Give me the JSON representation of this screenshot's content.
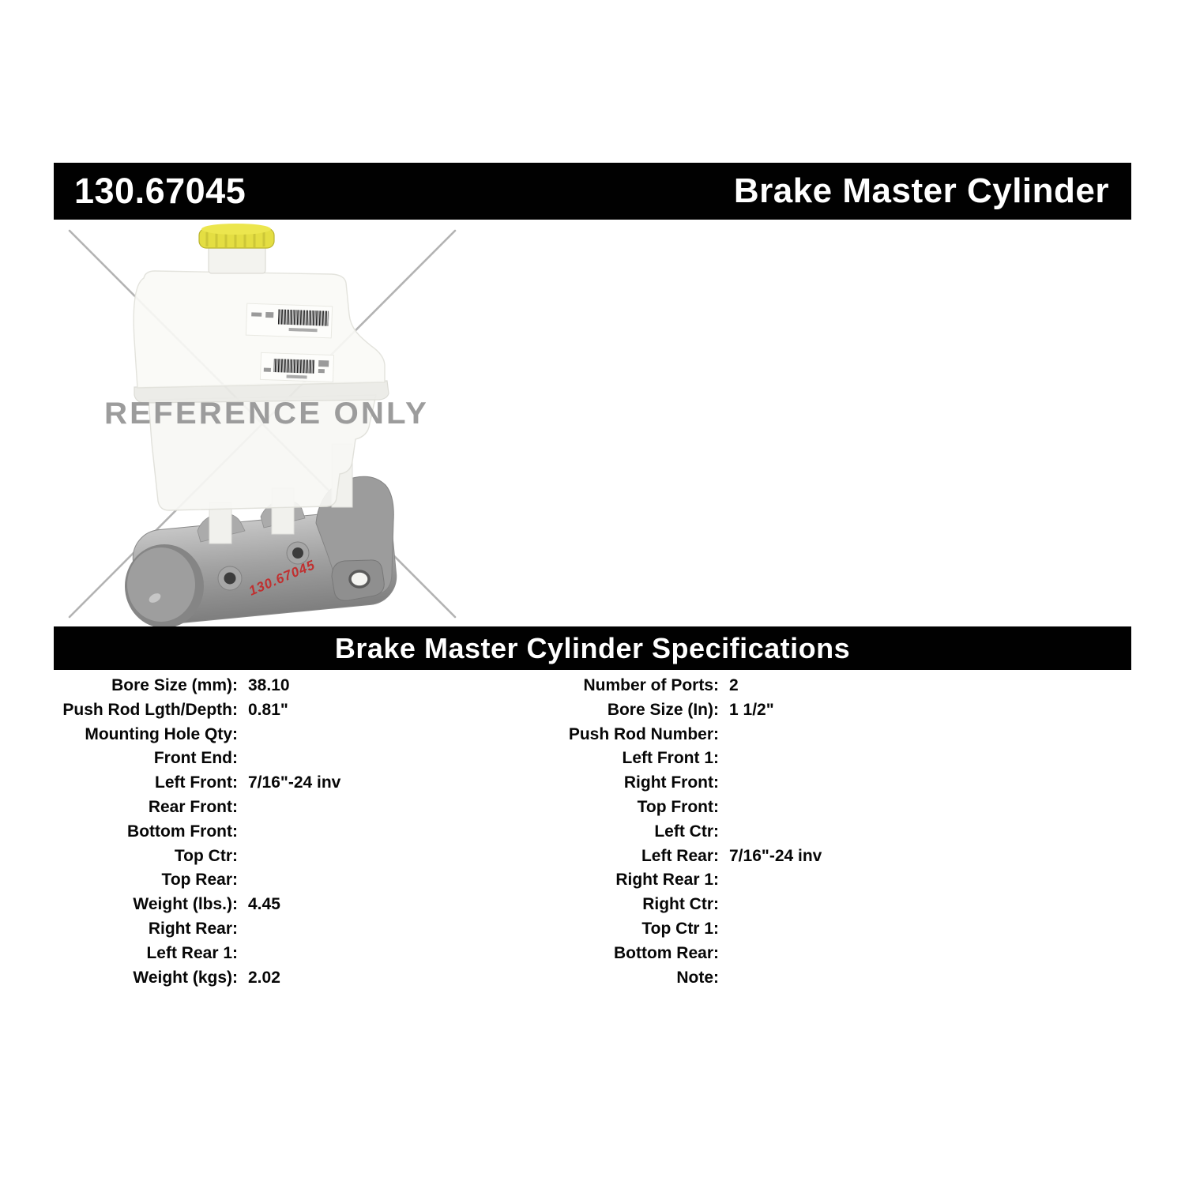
{
  "header": {
    "part_number": "130.67045",
    "product_name": "Brake Master Cylinder"
  },
  "image": {
    "description": "Brake master cylinder with white fluid reservoir, yellow cap and aluminum cylinder body",
    "watermark": "REFERENCE ONLY",
    "handwritten_marking": "130.67045",
    "colors": {
      "cap_yellow": "#e4de42",
      "reservoir_white": "#f8f8f5",
      "cylinder_gray": "#9d9d9d",
      "watermark_gray": "#9c9c9c",
      "crosshatch_gray": "#b3b3b3",
      "marking_red": "#c03030"
    }
  },
  "specs": {
    "title": "Brake Master Cylinder Specifications",
    "left": [
      {
        "label": "Bore Size (mm):",
        "value": "38.10"
      },
      {
        "label": "Push Rod Lgth/Depth:",
        "value": "0.81\""
      },
      {
        "label": "Mounting Hole Qty:",
        "value": ""
      },
      {
        "label": "Front End:",
        "value": ""
      },
      {
        "label": "Left Front:",
        "value": "7/16\"-24 inv"
      },
      {
        "label": "Rear Front:",
        "value": ""
      },
      {
        "label": "Bottom Front:",
        "value": ""
      },
      {
        "label": "Top Ctr:",
        "value": ""
      },
      {
        "label": "Top Rear:",
        "value": ""
      },
      {
        "label": "Weight (lbs.):",
        "value": "4.45"
      },
      {
        "label": "Right Rear:",
        "value": ""
      },
      {
        "label": "Left Rear 1:",
        "value": ""
      },
      {
        "label": "Weight (kgs):",
        "value": "2.02"
      }
    ],
    "right": [
      {
        "label": "Number of Ports:",
        "value": "2"
      },
      {
        "label": "Bore Size (In):",
        "value": "1 1/2\""
      },
      {
        "label": "Push Rod Number:",
        "value": ""
      },
      {
        "label": "Left Front 1:",
        "value": ""
      },
      {
        "label": "Right Front:",
        "value": ""
      },
      {
        "label": "Top Front:",
        "value": ""
      },
      {
        "label": "Left Ctr:",
        "value": ""
      },
      {
        "label": "Left Rear:",
        "value": "7/16\"-24 inv"
      },
      {
        "label": "Right Rear 1:",
        "value": ""
      },
      {
        "label": "Right Ctr:",
        "value": ""
      },
      {
        "label": "Top Ctr 1:",
        "value": ""
      },
      {
        "label": "Bottom Rear:",
        "value": ""
      },
      {
        "label": "Note:",
        "value": ""
      }
    ]
  }
}
